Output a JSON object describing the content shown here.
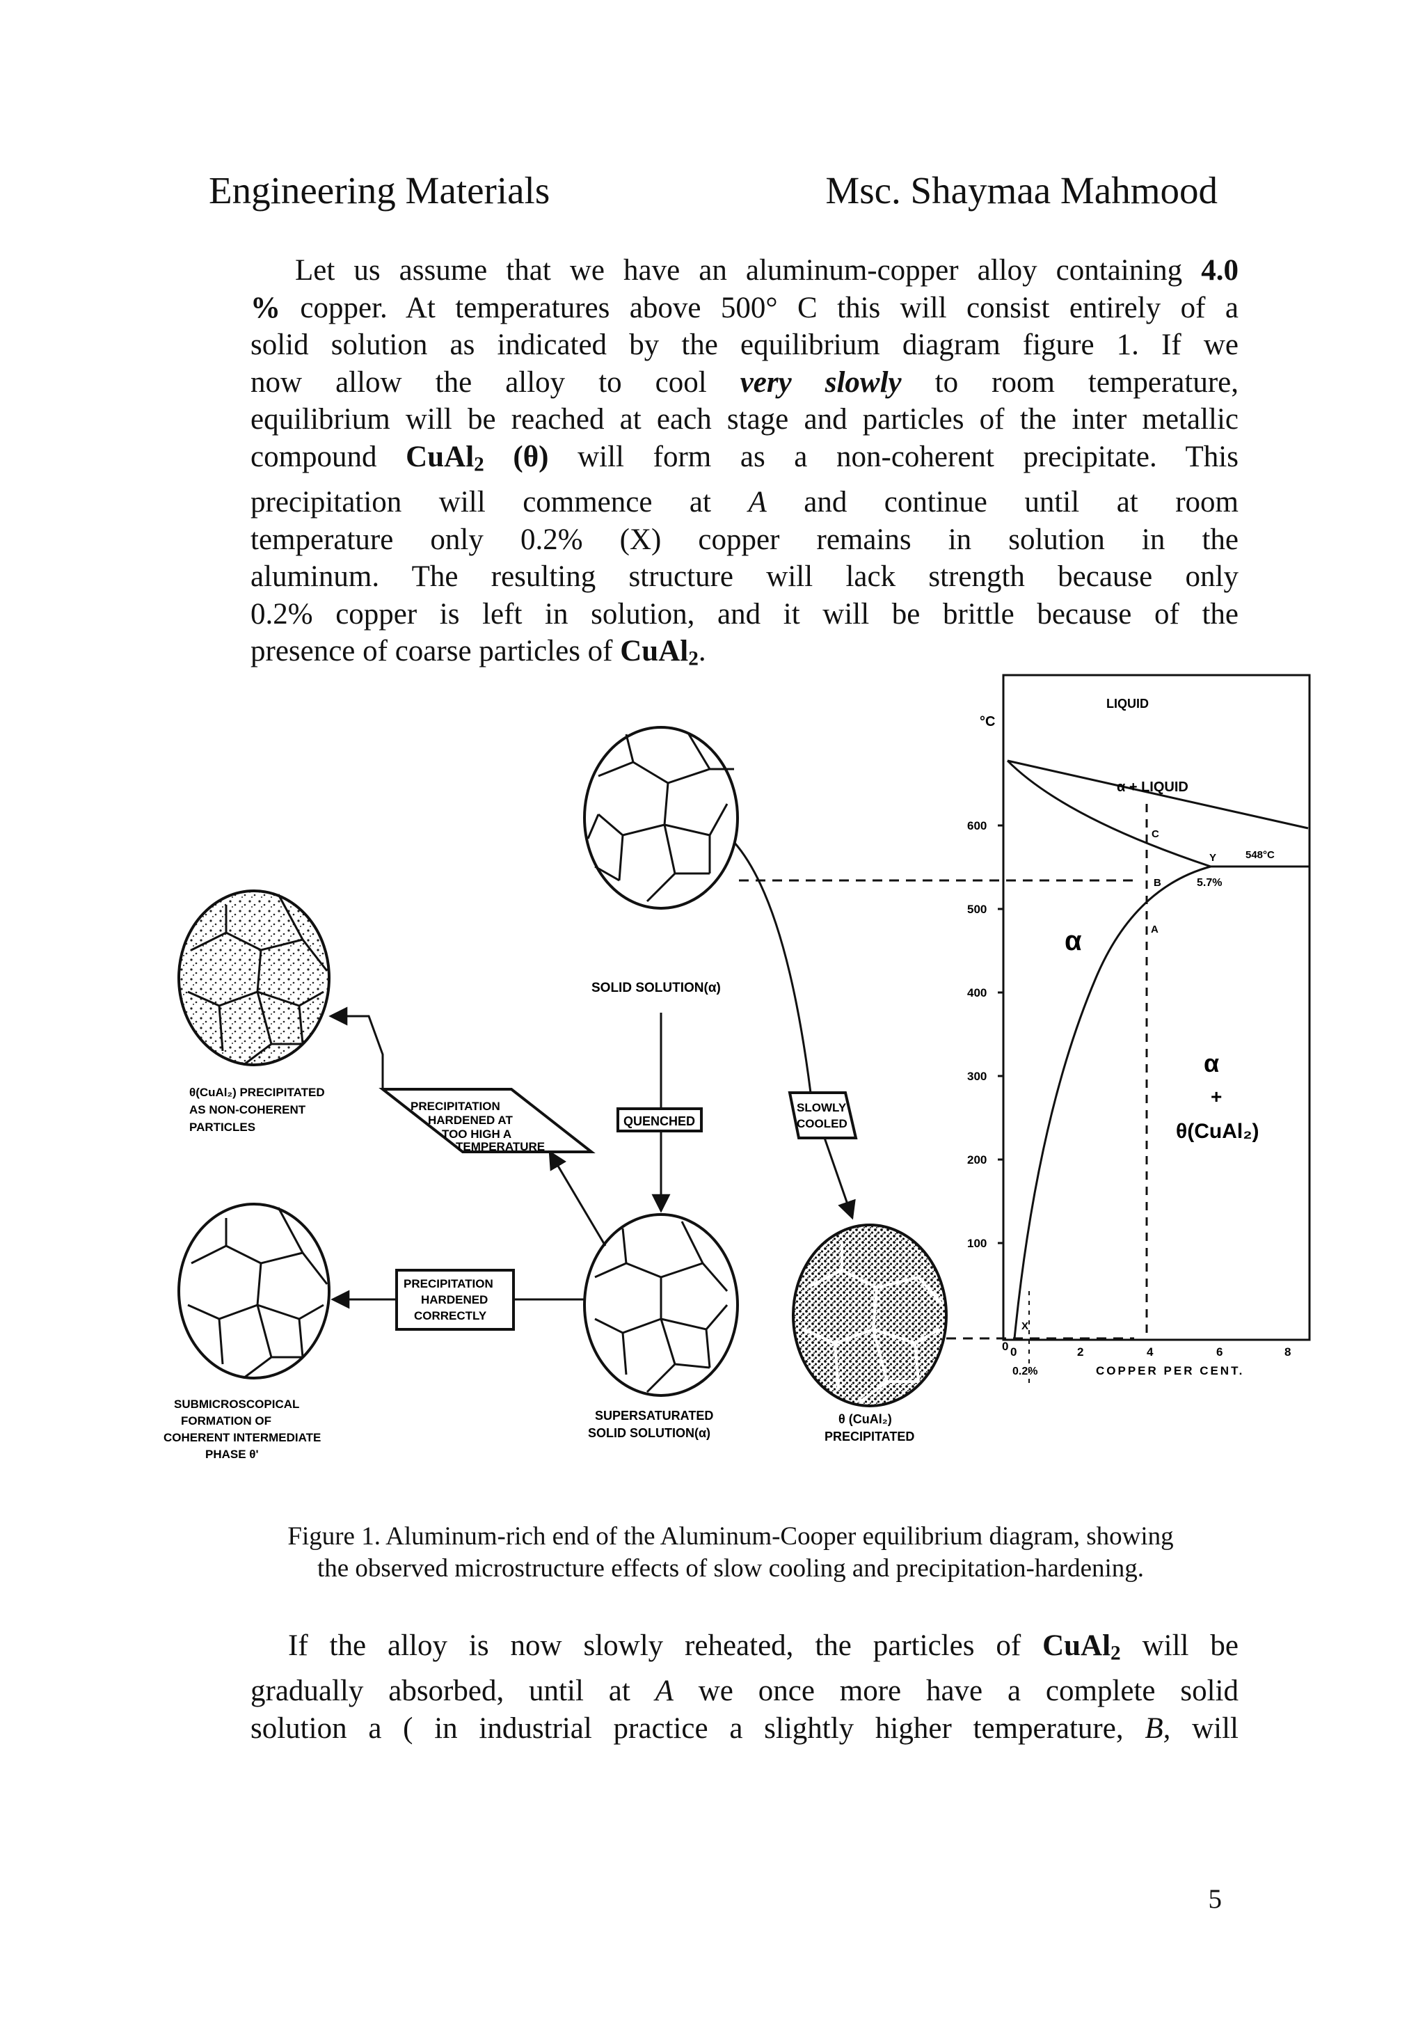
{
  "header": {
    "left": "Engineering Materials",
    "right": "Msc. Shaymaa Mahmood"
  },
  "paragraph1": {
    "l1": "Let us  assume  that we have an aluminum-copper alloy containing ",
    "l1_bold": "4.0",
    "l2_bold": "%",
    "l2": " copper.   At  temperatures above  500° C this will consist entirely of a",
    "l3": "solid solution as indicated by the equilibrium diagram figure 1.  If  we",
    "l4a": "now allow   the alloy   to   cool   ",
    "l4_em": "very slowly",
    "l4b": "   to   room   temperature,",
    "l5": "equilibrium will be reached at each stage and particles of  the inter metallic",
    "l6a": "compound   ",
    "l6_bold": "CuAl",
    "l6_sub": "2",
    "l6_bold2": " (θ)",
    "l6b": "  will   form   as a non-coherent precipitate. This",
    "l7a": "precipitation   will   commence   at  ",
    "l7_em": "A",
    "l7b": "  and   continue   until   at   room",
    "l8": "temperature  only  0.2%  (X)   copper  remains  in  solution  in  the",
    "l9": "aluminum.    The resulting structure will lack strength because only",
    "l10": "0.2% copper is left in  solution, and  it  will be brittle  because of the",
    "l11a": "presence of coarse particles of ",
    "l11_bold": "CuAl",
    "l11_sub": "2",
    "l11b": "."
  },
  "figure": {
    "labels": {
      "solid_solution": "SOLID SOLUTION(α)",
      "quenched": "QUENCHED",
      "slowly_cooled_1": "SLOWLY",
      "slowly_cooled_2": "COOLED",
      "too_high_1": "PRECIPITATION",
      "too_high_2": "HARDENED AT",
      "too_high_3": "TOO HIGH A",
      "too_high_4": "TEMPERATURE",
      "correctly_1": "PRECIPITATION",
      "correctly_2": "HARDENED",
      "correctly_3": "CORRECTLY",
      "noncoherent_1": "θ(CuAl₂) PRECIPITATED",
      "noncoherent_2": "AS NON-COHERENT",
      "noncoherent_3": "PARTICLES",
      "submicro_1": "SUBMICROSCOPICAL",
      "submicro_2": "FORMATION OF",
      "submicro_3": "COHERENT INTERMEDIATE",
      "submicro_4": "PHASE θ'",
      "supersat_1": "SUPERSATURATED",
      "supersat_2": "SOLID SOLUTION(α)",
      "precip_1": "θ (CuAl₂)",
      "precip_2": "PRECIPITATED"
    },
    "diagram": {
      "y_unit": "°C",
      "y_ticks": [
        "600",
        "500",
        "400",
        "300",
        "200",
        "100",
        "0"
      ],
      "x_ticks": [
        "0",
        "2",
        "4",
        "6",
        "8"
      ],
      "x_label": "COPPER PER CENT.",
      "liquid": "LIQUID",
      "alpha_liquid": "α + LIQUID",
      "alpha": "α",
      "alpha_theta_1": "α",
      "alpha_theta_2": "+",
      "alpha_theta_3": "θ(CuAl₂)",
      "eutectic_temp": "548°C",
      "eutectic_comp": "5.7%",
      "point_c": "C",
      "point_b": "B",
      "point_a": "A",
      "point_y": "Y",
      "point_x": "X",
      "x_marker": "0.2%"
    }
  },
  "caption": {
    "line1": "Figure 1. Aluminum-rich end of the Aluminum-Cooper equilibrium diagram, showing",
    "line2": "the observed microstructure effects of slow cooling and precipitation-hardening."
  },
  "paragraph2": {
    "l1a": "If  the  alloy  is  now  slowly  reheated,  the  particles  of  ",
    "l1_bold": "CuAl",
    "l1_sub": "2",
    "l1b": "  will  be",
    "l2a": "gradually   absorbed,  until  at  ",
    "l2_em": "A",
    "l2b": "  we  once  more  have  a  complete  solid",
    "l3a": "solution  a  ( in  industrial  practice a slightly higher temperature, ",
    "l3_em": "B,",
    "l3b": " will"
  },
  "page_number": "5"
}
